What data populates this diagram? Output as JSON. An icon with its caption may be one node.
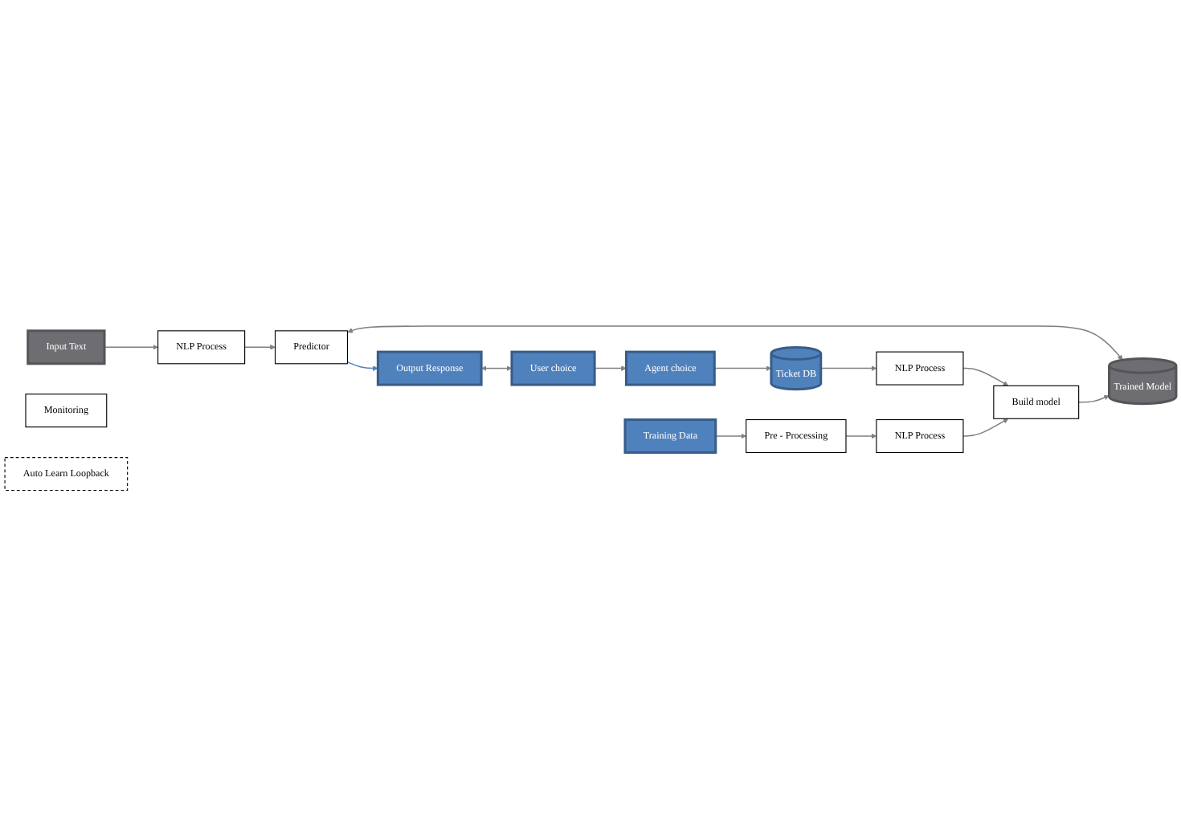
{
  "diagram": {
    "nodes": [
      {
        "text": [
          "Input Text"
        ]
      },
      {
        "text": [
          "NLP Process"
        ]
      },
      {
        "text": [
          "Predictor"
        ]
      },
      {
        "text": [
          "Output Response"
        ]
      },
      {
        "text": [
          "User choice"
        ]
      },
      {
        "text": [
          "Agent choice"
        ]
      },
      {
        "text": [
          "Monitoring"
        ]
      },
      {
        "text": [
          "Trained Model"
        ]
      },
      {
        "text": [
          "Auto Learn Loopback"
        ]
      },
      {
        "text": [
          "Ticket DB"
        ]
      },
      {
        "text": [
          "Pre - Processing"
        ]
      },
      {
        "text": [
          "NLP Process"
        ]
      },
      {
        "text": [
          "Build model"
        ]
      },
      {
        "text": [
          "NLP Process"
        ]
      },
      {
        "text": [
          "Training Data"
        ]
      }
    ],
    "edges": [
      {
        "from": 0,
        "to": 1,
        "arrow": "to"
      },
      {
        "from": 1,
        "to": 2,
        "arrow": "to"
      },
      {
        "from": 2,
        "to": 3,
        "arrow": "to",
        "color": "#4f81bd"
      },
      {
        "from": 3,
        "to": 4,
        "arrow": "both"
      },
      {
        "from": 4,
        "to": 5,
        "arrow": "to"
      },
      {
        "from": 2,
        "to": 7,
        "arrow": "both"
      },
      {
        "from": 5,
        "to": 9,
        "arrow": "to"
      },
      {
        "from": 9,
        "to": 13,
        "arrow": "to"
      },
      {
        "from": 13,
        "to": 12,
        "arrow": "to"
      },
      {
        "from": 10,
        "to": 11,
        "arrow": "to"
      },
      {
        "from": 11,
        "to": 12,
        "arrow": "to"
      },
      {
        "from": 12,
        "to": 7,
        "arrow": "to"
      },
      {
        "from": 14,
        "to": 10,
        "arrow": "to"
      }
    ]
  }
}
